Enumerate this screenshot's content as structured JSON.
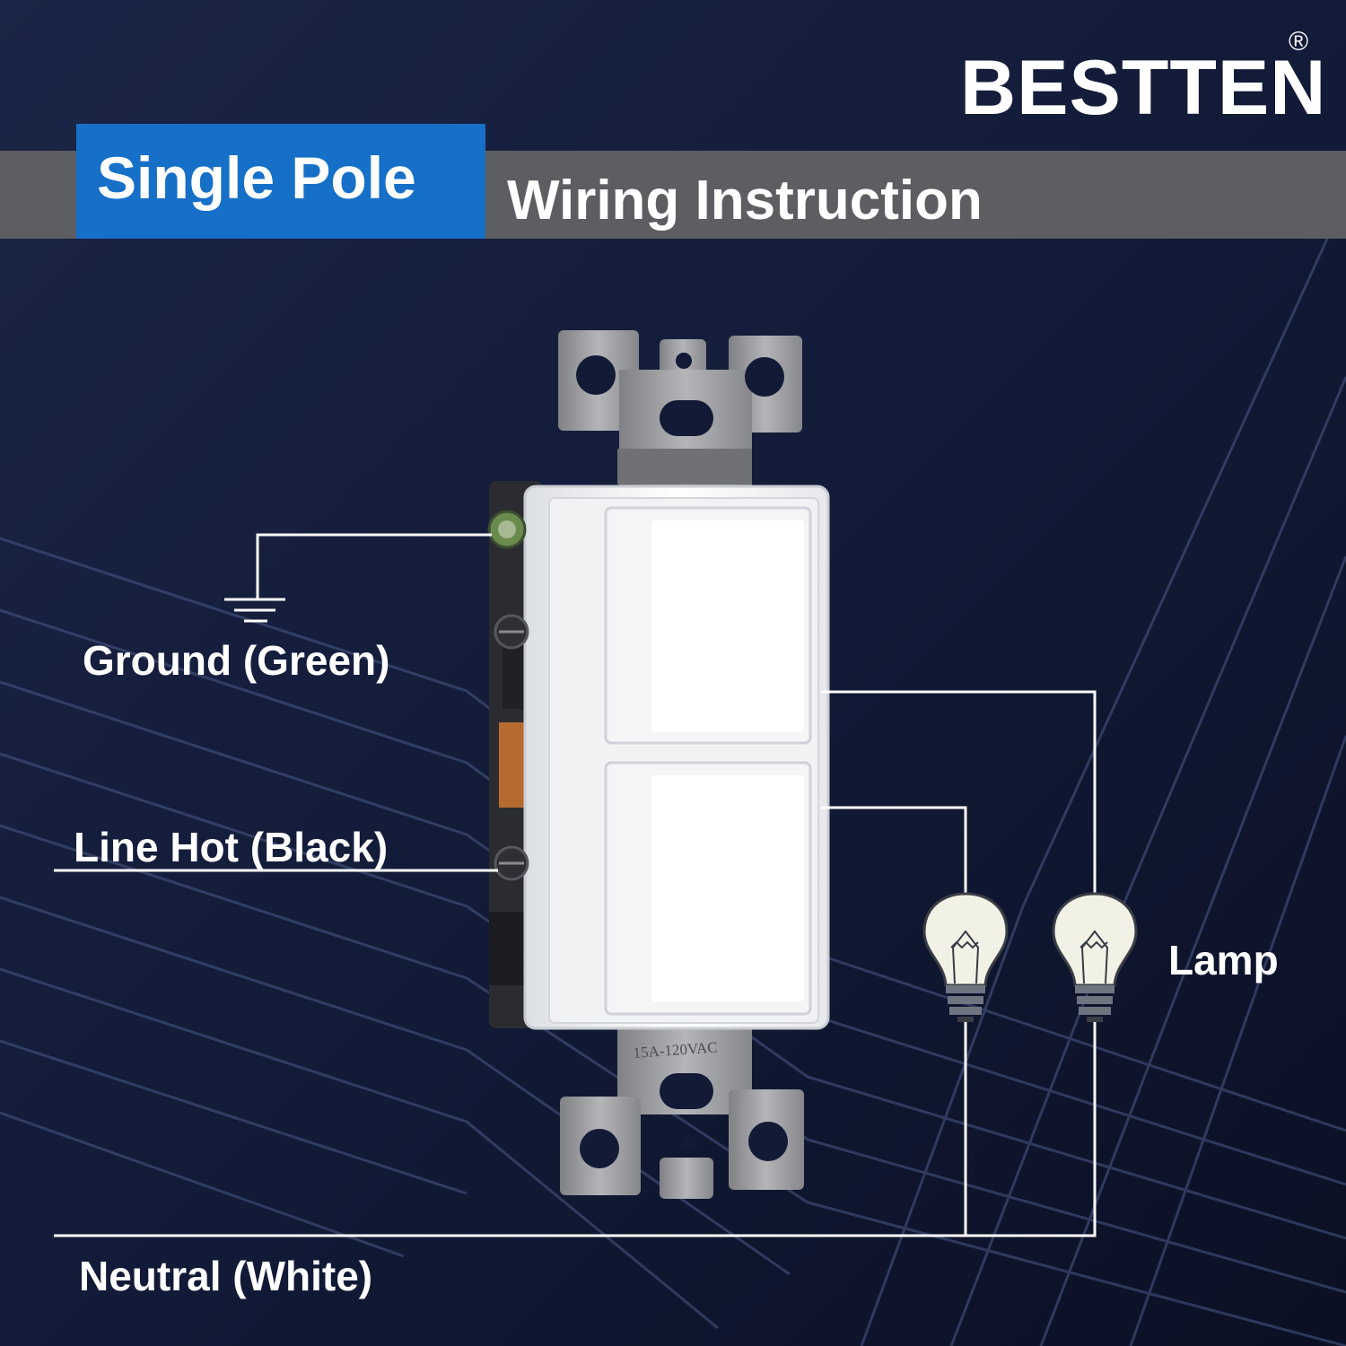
{
  "brand": {
    "name": "BESTTEN",
    "registered_mark": "®"
  },
  "header": {
    "badge": "Single Pole",
    "title": "Wiring Instruction"
  },
  "labels": {
    "ground": "Ground (Green)",
    "line_hot": "Line Hot (Black)",
    "neutral": "Neutral (White)",
    "lamp": "Lamp"
  },
  "device": {
    "rating": "15A-120VAC",
    "type": "double rocker switch"
  },
  "colors": {
    "background": "#121a36",
    "badge": "#1670c8",
    "header_bar": "#5d5e61",
    "text": "#ffffff",
    "wire": "#ffffff",
    "strap": "#9a9ca0"
  },
  "icons": [
    "ground-symbol-icon",
    "light-bulb-icon",
    "screw-terminal-icon"
  ]
}
